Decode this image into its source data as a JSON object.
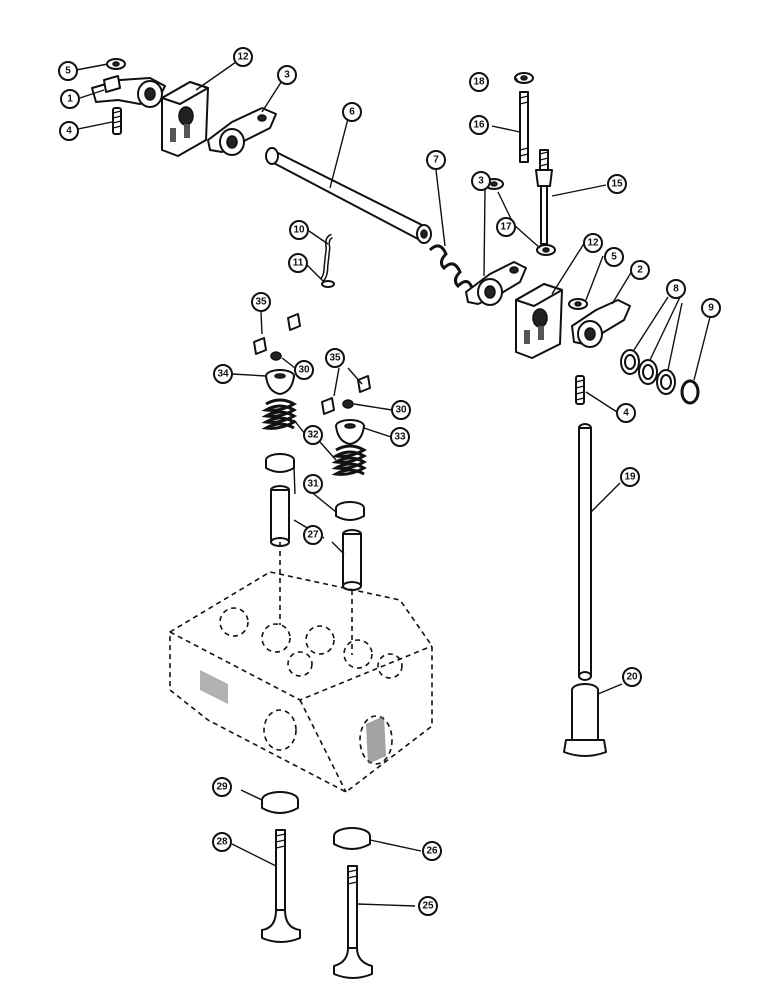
{
  "callouts": [
    {
      "id": "c5a",
      "label": "5"
    },
    {
      "id": "c1",
      "label": "1"
    },
    {
      "id": "c4a",
      "label": "4"
    },
    {
      "id": "c12a",
      "label": "12"
    },
    {
      "id": "c3a",
      "label": "3"
    },
    {
      "id": "c6",
      "label": "6"
    },
    {
      "id": "c7",
      "label": "7"
    },
    {
      "id": "c18",
      "label": "18"
    },
    {
      "id": "c16",
      "label": "16"
    },
    {
      "id": "c15",
      "label": "15"
    },
    {
      "id": "c17",
      "label": "17"
    },
    {
      "id": "c3b",
      "label": "3"
    },
    {
      "id": "c10",
      "label": "10"
    },
    {
      "id": "c11",
      "label": "11"
    },
    {
      "id": "c12b",
      "label": "12"
    },
    {
      "id": "c5b",
      "label": "5"
    },
    {
      "id": "c2",
      "label": "2"
    },
    {
      "id": "c8",
      "label": "8"
    },
    {
      "id": "c9",
      "label": "9"
    },
    {
      "id": "c35a",
      "label": "35"
    },
    {
      "id": "c34",
      "label": "34"
    },
    {
      "id": "c30a",
      "label": "30"
    },
    {
      "id": "c35b",
      "label": "35"
    },
    {
      "id": "c30b",
      "label": "30"
    },
    {
      "id": "c4b",
      "label": "4"
    },
    {
      "id": "c32",
      "label": "32"
    },
    {
      "id": "c33",
      "label": "33"
    },
    {
      "id": "c31",
      "label": "31"
    },
    {
      "id": "c19",
      "label": "19"
    },
    {
      "id": "c27",
      "label": "27"
    },
    {
      "id": "c20",
      "label": "20"
    },
    {
      "id": "c29",
      "label": "29"
    },
    {
      "id": "c28",
      "label": "28"
    },
    {
      "id": "c26",
      "label": "26"
    },
    {
      "id": "c25",
      "label": "25"
    }
  ]
}
